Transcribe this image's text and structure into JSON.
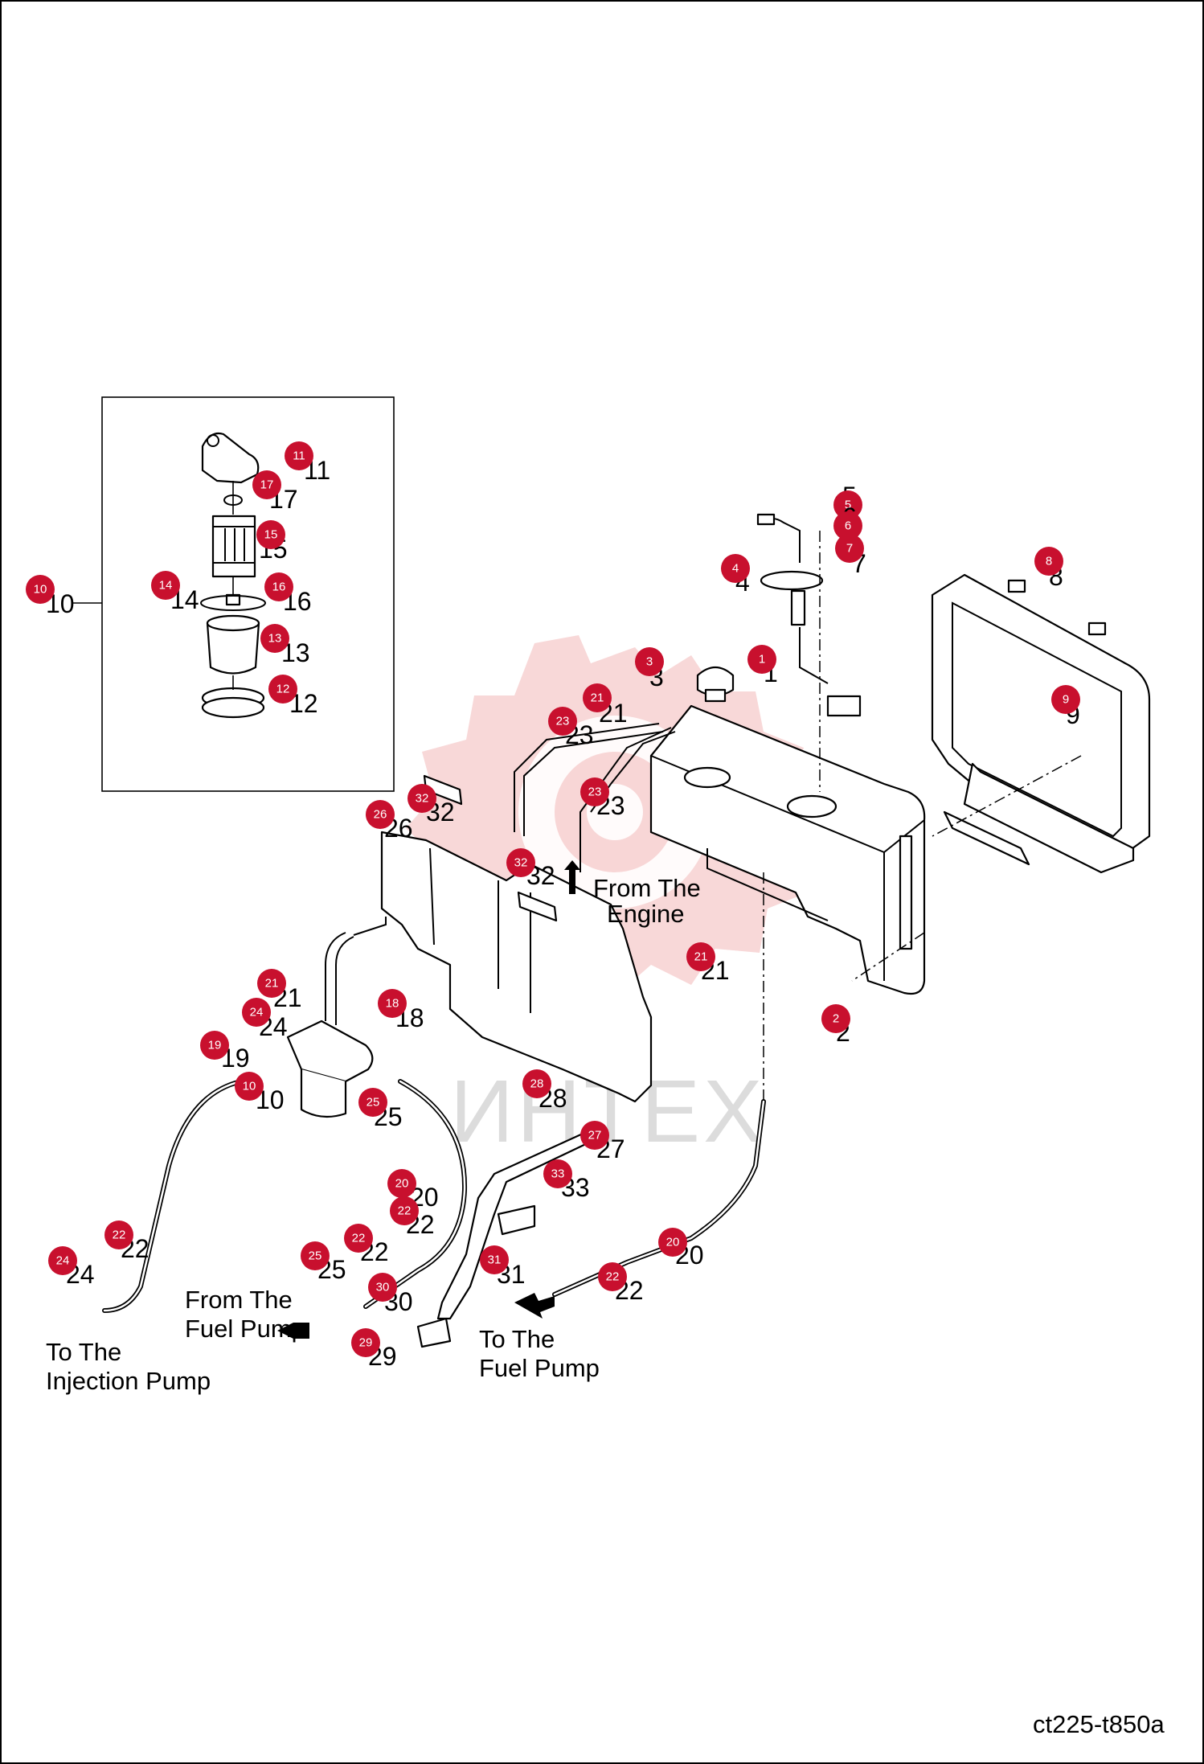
{
  "drawing_id": "ct225-t850a",
  "watermark_text": "ИНТЕХ",
  "labels": {
    "from_engine": [
      "From The",
      "Engine"
    ],
    "from_fuel_pump": [
      "From The",
      "Fuel Pump"
    ],
    "to_fuel_pump": [
      "To The",
      "Fuel Pump"
    ],
    "to_injection_pump": [
      "To The",
      "Injection Pump"
    ]
  },
  "callouts": [
    {
      "id": "c1",
      "num": "1"
    },
    {
      "id": "c2",
      "num": "2"
    },
    {
      "id": "c3",
      "num": "3"
    },
    {
      "id": "c4",
      "num": "4"
    },
    {
      "id": "c5",
      "num": "5"
    },
    {
      "id": "c6",
      "num": "6"
    },
    {
      "id": "c7",
      "num": "7"
    },
    {
      "id": "c8",
      "num": "8"
    },
    {
      "id": "c9",
      "num": "9"
    },
    {
      "id": "c10a",
      "num": "10"
    },
    {
      "id": "c10b",
      "num": "10"
    },
    {
      "id": "c11",
      "num": "11"
    },
    {
      "id": "c12",
      "num": "12"
    },
    {
      "id": "c13",
      "num": "13"
    },
    {
      "id": "c14",
      "num": "14"
    },
    {
      "id": "c15",
      "num": "15"
    },
    {
      "id": "c16",
      "num": "16"
    },
    {
      "id": "c17",
      "num": "17"
    },
    {
      "id": "c18",
      "num": "18"
    },
    {
      "id": "c19",
      "num": "19"
    },
    {
      "id": "c20a",
      "num": "20"
    },
    {
      "id": "c20b",
      "num": "20"
    },
    {
      "id": "c21a",
      "num": "21"
    },
    {
      "id": "c21b",
      "num": "21"
    },
    {
      "id": "c21c",
      "num": "21"
    },
    {
      "id": "c22a",
      "num": "22"
    },
    {
      "id": "c22b",
      "num": "22"
    },
    {
      "id": "c22c",
      "num": "22"
    },
    {
      "id": "c22d",
      "num": "22"
    },
    {
      "id": "c23a",
      "num": "23"
    },
    {
      "id": "c23b",
      "num": "23"
    },
    {
      "id": "c24a",
      "num": "24"
    },
    {
      "id": "c24b",
      "num": "24"
    },
    {
      "id": "c25a",
      "num": "25"
    },
    {
      "id": "c25b",
      "num": "25"
    },
    {
      "id": "c26",
      "num": "26"
    },
    {
      "id": "c27",
      "num": "27"
    },
    {
      "id": "c28",
      "num": "28"
    },
    {
      "id": "c29",
      "num": "29"
    },
    {
      "id": "c30",
      "num": "30"
    },
    {
      "id": "c31",
      "num": "31"
    },
    {
      "id": "c32a",
      "num": "32"
    },
    {
      "id": "c32b",
      "num": "32"
    },
    {
      "id": "c33",
      "num": "33"
    }
  ],
  "colors": {
    "badge": "#c8102e",
    "watermark": "#f2b8b8",
    "line": "#000000"
  }
}
